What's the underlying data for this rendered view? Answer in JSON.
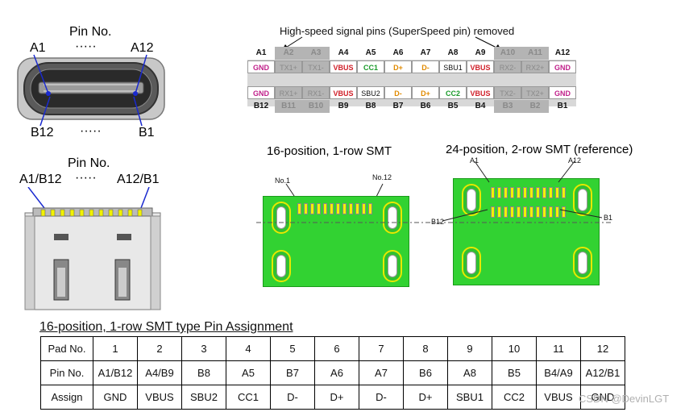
{
  "top_left": {
    "title": "Pin No.",
    "a1": "A1",
    "a12": "A12",
    "b12": "B12",
    "b1": "B1",
    "dots": "·····"
  },
  "mid_left": {
    "title": "Pin No.",
    "left": "A1/B12",
    "right": "A12/B1",
    "dots": "·····"
  },
  "pin_grid": {
    "title": "High-speed signal pins (SuperSpeed pin) removed",
    "top_headers": [
      "A1",
      "A2",
      "A3",
      "A4",
      "A5",
      "A6",
      "A7",
      "A8",
      "A9",
      "A10",
      "A11",
      "A12"
    ],
    "top_row": [
      "GND",
      "TX1+",
      "TX1-",
      "VBUS",
      "CC1",
      "D+",
      "D-",
      "SBU1",
      "VBUS",
      "RX2-",
      "RX2+",
      "GND"
    ],
    "bottom_row": [
      "GND",
      "RX1+",
      "RX1-",
      "VBUS",
      "SBU2",
      "D-",
      "D+",
      "CC2",
      "VBUS",
      "TX2-",
      "TX2+",
      "GND"
    ],
    "bottom_headers": [
      "B12",
      "B11",
      "B10",
      "B9",
      "B8",
      "B7",
      "B6",
      "B5",
      "B4",
      "B3",
      "B2",
      "B1"
    ],
    "grey_columns": [
      1,
      2,
      9,
      10
    ],
    "colors": {
      "gnd": "#c0208a",
      "vbus": "#d0202a",
      "cc": "#1a9a2a",
      "dp": "#e08a00",
      "grey": "#b4b4b4"
    }
  },
  "smt16": {
    "title": "16-position, 1-row SMT",
    "no1": "No.1",
    "no12": "No.12"
  },
  "smt24": {
    "title": "24-position, 2-row SMT (reference)",
    "a1": "A1",
    "a12": "A12",
    "b12": "B12",
    "b1": "B1"
  },
  "table": {
    "title": "16-position, 1-row SMT type Pin Assignment",
    "rows": [
      {
        "label": "Pad No.",
        "cells": [
          "1",
          "2",
          "3",
          "4",
          "5",
          "6",
          "7",
          "8",
          "9",
          "10",
          "11",
          "12"
        ]
      },
      {
        "label": "Pin No.",
        "cells": [
          "A1/B12",
          "A4/B9",
          "B8",
          "A5",
          "B7",
          "A6",
          "A7",
          "B6",
          "A8",
          "B5",
          "B4/A9",
          "A12/B1"
        ]
      },
      {
        "label": "Assign",
        "cells": [
          "GND",
          "VBUS",
          "SBU2",
          "CC1",
          "D-",
          "D+",
          "D-",
          "D+",
          "SBU1",
          "CC2",
          "VBUS",
          "GND"
        ]
      }
    ]
  },
  "watermark": "CSDN @DevinLGT"
}
